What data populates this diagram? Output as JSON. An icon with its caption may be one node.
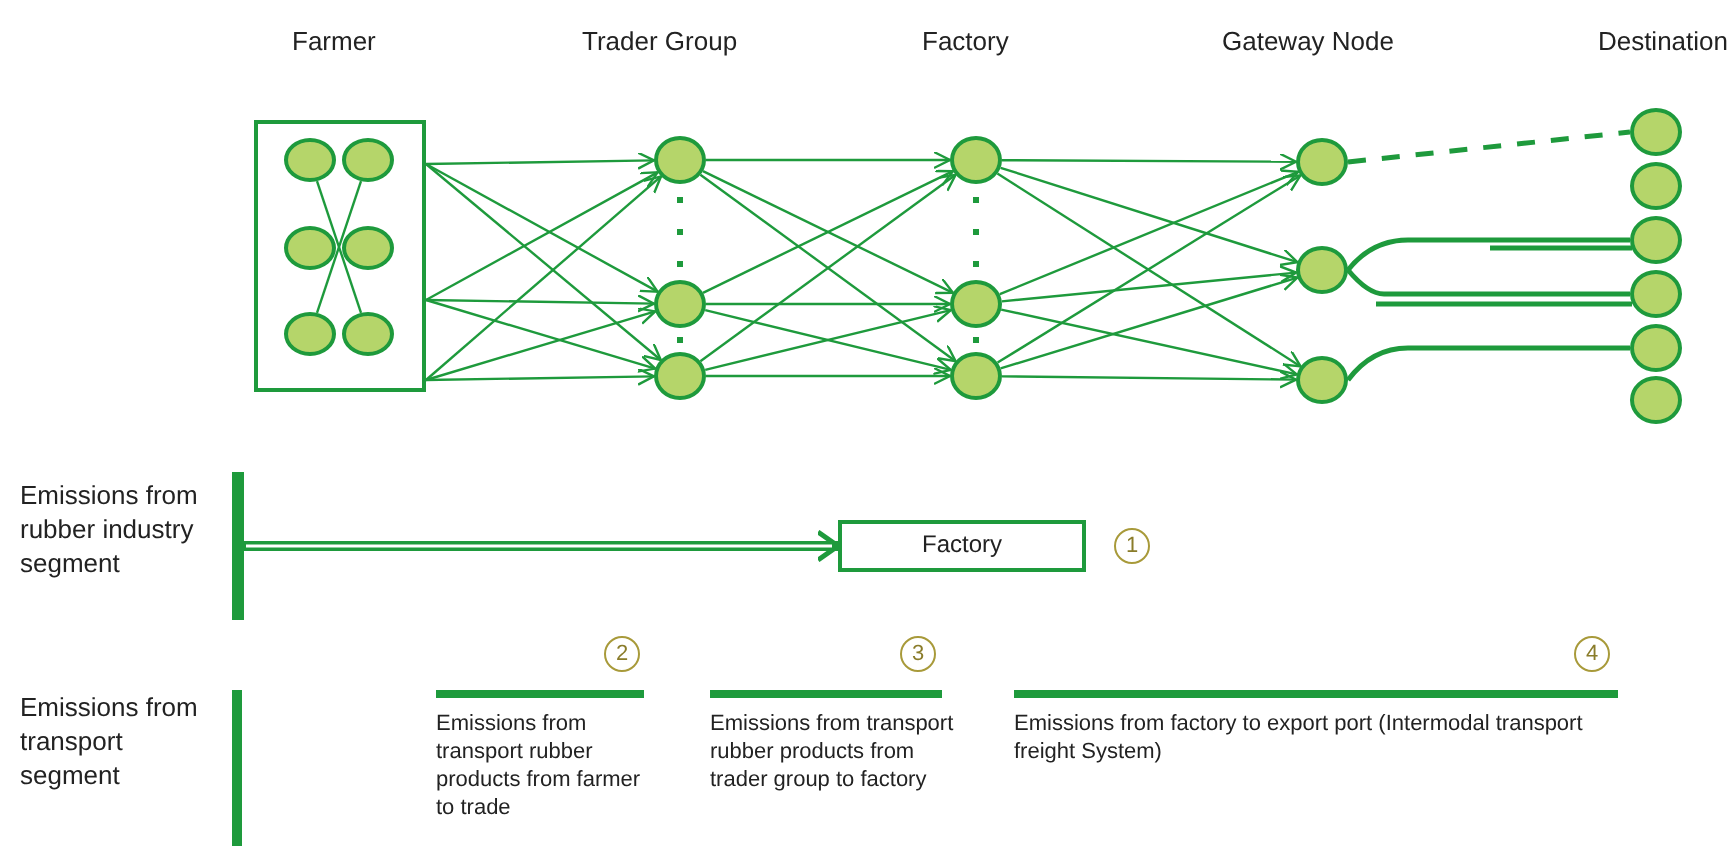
{
  "diagram": {
    "nodes": [
      {
        "text": [],
        "shape": "box"
      },
      {
        "text": [],
        "shape": "circle",
        "in": 0
      },
      {
        "text": [],
        "shape": "circle",
        "in": 0
      },
      {
        "text": [],
        "shape": "circle",
        "in": 0
      },
      {
        "text": [],
        "shape": "circle",
        "in": 0
      },
      {
        "text": [],
        "shape": "circle",
        "in": 0
      },
      {
        "text": [],
        "shape": "circle",
        "in": 0
      },
      {
        "text": [],
        "shape": "circle"
      },
      {
        "text": [],
        "shape": "circle"
      },
      {
        "text": [],
        "shape": "circle"
      },
      {
        "text": [],
        "shape": "circle"
      },
      {
        "text": [],
        "shape": "circle"
      },
      {
        "text": [],
        "shape": "circle"
      },
      {
        "text": [],
        "shape": "circle"
      },
      {
        "text": [],
        "shape": "circle"
      },
      {
        "text": [],
        "shape": "circle"
      },
      {
        "text": [],
        "shape": "circle"
      },
      {
        "text": [],
        "shape": "circle"
      },
      {
        "text": [],
        "shape": "circle"
      },
      {
        "text": [],
        "shape": "circle"
      },
      {
        "text": [],
        "shape": "circle"
      },
      {
        "text": [],
        "shape": "circle"
      },
      {
        "text": [],
        "shape": "bar",
        "beside": [
          "Emissions from rubber industry segment"
        ]
      },
      {
        "text": [
          "Factory"
        ],
        "beside": [
          "1"
        ]
      }
    ],
    "edges": [
      {
        "from": 1,
        "to": 6,
        "arrow": "none"
      },
      {
        "from": 2,
        "to": 5,
        "arrow": "none"
      },
      {
        "from": 0,
        "to": 7,
        "arrow": "to"
      },
      {
        "from": 0,
        "to": 8,
        "arrow": "to"
      },
      {
        "from": 0,
        "to": 9,
        "arrow": "to"
      },
      {
        "from": 0,
        "to": 7,
        "arrow": "to"
      },
      {
        "from": 0,
        "to": 8,
        "arrow": "to"
      },
      {
        "from": 0,
        "to": 9,
        "arrow": "to"
      },
      {
        "from": 0,
        "to": 7,
        "arrow": "to"
      },
      {
        "from": 0,
        "to": 8,
        "arrow": "to"
      },
      {
        "from": 0,
        "to": 9,
        "arrow": "to"
      },
      {
        "from": 7,
        "to": 10,
        "arrow": "to"
      },
      {
        "from": 7,
        "to": 11,
        "arrow": "to"
      },
      {
        "from": 7,
        "to": 12,
        "arrow": "to"
      },
      {
        "from": 8,
        "to": 10,
        "arrow": "to"
      },
      {
        "from": 8,
        "to": 11,
        "arrow": "to"
      },
      {
        "from": 8,
        "to": 12,
        "arrow": "to"
      },
      {
        "from": 9,
        "to": 10,
        "arrow": "to"
      },
      {
        "from": 9,
        "to": 11,
        "arrow": "to"
      },
      {
        "from": 9,
        "to": 12,
        "arrow": "to"
      },
      {
        "from": 10,
        "to": 13,
        "arrow": "to"
      },
      {
        "from": 10,
        "to": 14,
        "arrow": "to"
      },
      {
        "from": 10,
        "to": 15,
        "arrow": "to"
      },
      {
        "from": 11,
        "to": 13,
        "arrow": "to"
      },
      {
        "from": 11,
        "to": 14,
        "arrow": "to"
      },
      {
        "from": 11,
        "to": 15,
        "arrow": "to"
      },
      {
        "from": 12,
        "to": 13,
        "arrow": "to"
      },
      {
        "from": 12,
        "to": 14,
        "arrow": "to"
      },
      {
        "from": 12,
        "to": 15,
        "arrow": "to"
      },
      {
        "from": 13,
        "to": 16,
        "arrow": "none",
        "style": "dashed"
      },
      {
        "from": 14,
        "to": 18,
        "arrow": "none"
      },
      {
        "from": 14,
        "to": 19,
        "arrow": "none"
      },
      {
        "from": 15,
        "to": 20,
        "arrow": "none"
      },
      {
        "from": 22,
        "to": 23,
        "arrow": "to",
        "style": "thick"
      }
    ],
    "labels": [
      "Farmer",
      "Trader Group",
      "Factory",
      "Gateway Node",
      "Destination",
      "Emissions from transport segment",
      "2",
      "3",
      "4",
      "Emissions from transport rubber products from farmer to trade",
      "Emissions from transport rubber products from trader group to factory",
      "Emissions from factory to export port (Intermodal transport freight System)"
    ]
  }
}
